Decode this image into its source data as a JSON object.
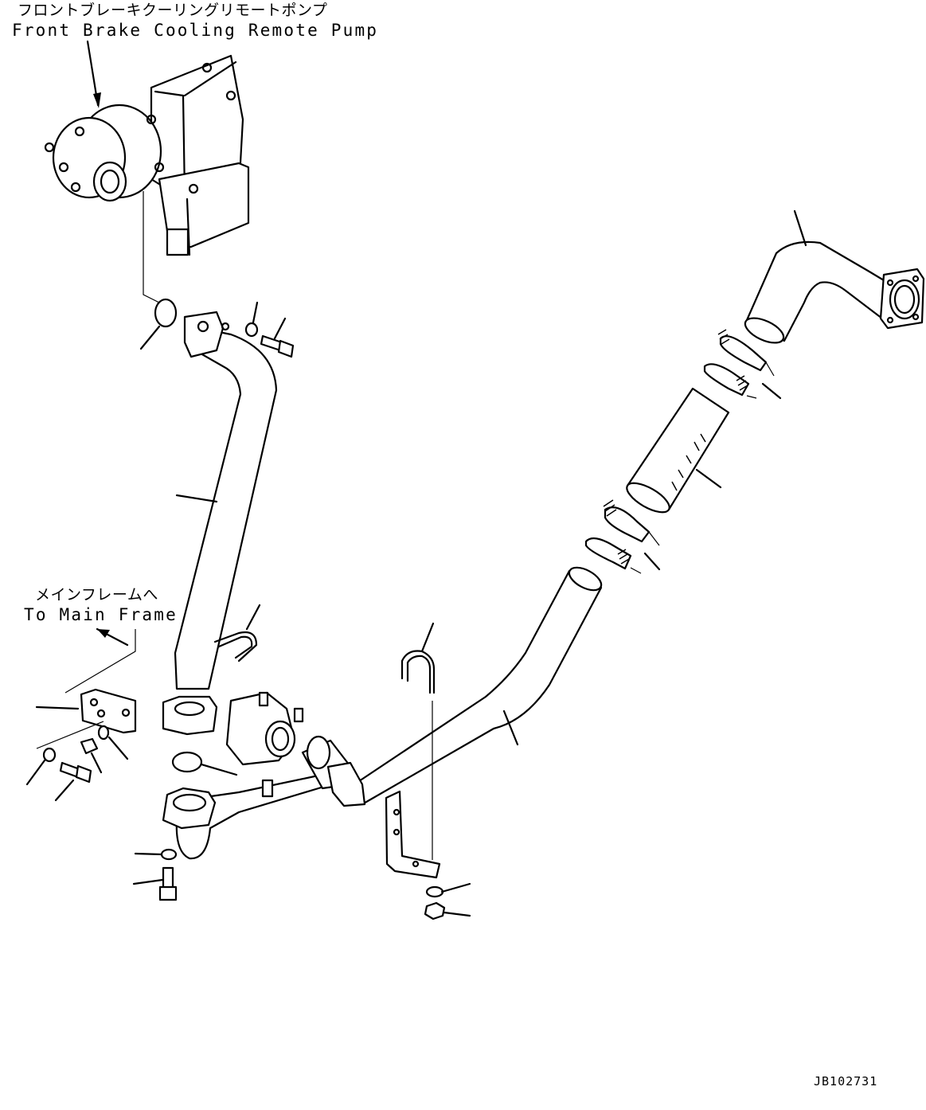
{
  "labels": {
    "pump_jp": "フロントブレーキクーリングリモートポンプ",
    "pump_en": "Front Brake Cooling Remote Pump",
    "main_frame_jp": "メインフレームへ",
    "main_frame_en": "To Main Frame",
    "drawing_number": "JB102731"
  },
  "icons": {
    "arrow": "arrow-icon"
  }
}
